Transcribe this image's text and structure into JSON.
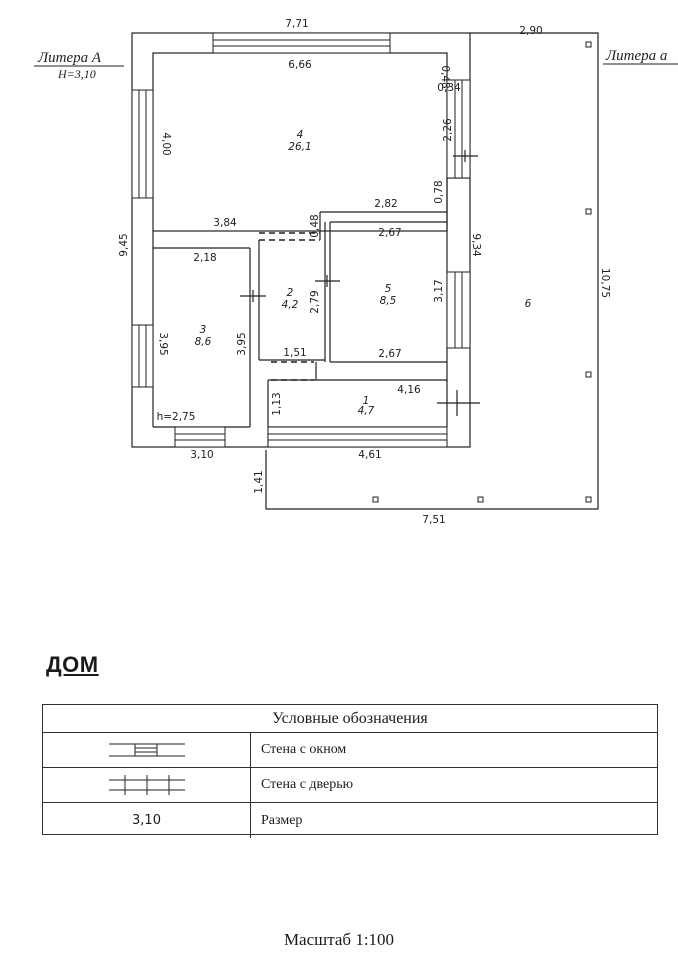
{
  "plan": {
    "litera_a": "Литера А",
    "height_a": "Н=3,10",
    "litera_b": "Литера а",
    "rooms": {
      "r4": {
        "num": "4",
        "area": "26,1"
      },
      "r2": {
        "num": "2",
        "area": "4,2"
      },
      "r5": {
        "num": "5",
        "area": "8,5"
      },
      "r3": {
        "num": "3",
        "area": "8,6"
      },
      "r1": {
        "num": "1",
        "area": "4,7"
      },
      "r6": {
        "num": "6"
      }
    },
    "dims": {
      "top_main": "7,71",
      "top_annex": "2,90",
      "room4_width": "6,66",
      "d048_top": "0,48",
      "d034": "0,34",
      "d400": "4,00",
      "d226": "2,26",
      "d945": "9,45",
      "d078": "0,78",
      "d384": "3,84",
      "d048_mid": "0,48",
      "d282": "2,82",
      "d934": "9,34",
      "d1075": "10,75",
      "d218": "2,18",
      "d267_top": "2,67",
      "d279": "2,79",
      "d317": "3,17",
      "d395_left": "3,95",
      "d395_right": "3,95",
      "d151": "1,51",
      "d267_bot": "2,67",
      "d416": "4,16",
      "d113": "1,13",
      "h275": "h=2,75",
      "d310": "3,10",
      "d461": "4,61",
      "d141": "1,41",
      "d751": "7,51"
    }
  },
  "house_label": "ДОМ",
  "legend": {
    "title": "Условные обозначения",
    "rows": [
      {
        "desc": "Стена с окном"
      },
      {
        "desc": "Стена с дверью"
      },
      {
        "symbol": "3,10",
        "desc": "Размер"
      }
    ]
  },
  "scale": "Масштаб 1:100"
}
